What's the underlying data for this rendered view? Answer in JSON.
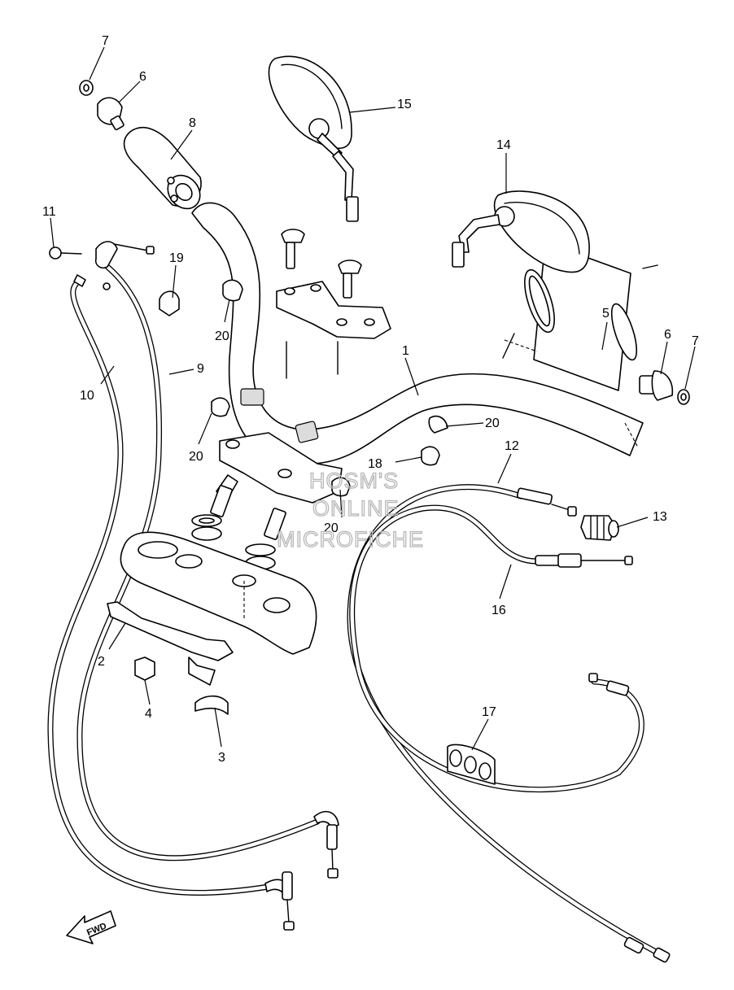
{
  "callouts": [
    {
      "id": "1",
      "label": "1"
    },
    {
      "id": "2",
      "label": "2"
    },
    {
      "id": "3",
      "label": "3"
    },
    {
      "id": "4",
      "label": "4"
    },
    {
      "id": "5",
      "label": "5"
    },
    {
      "id": "6a",
      "label": "6"
    },
    {
      "id": "6b",
      "label": "6"
    },
    {
      "id": "7a",
      "label": "7"
    },
    {
      "id": "7b",
      "label": "7"
    },
    {
      "id": "8",
      "label": "8"
    },
    {
      "id": "9",
      "label": "9"
    },
    {
      "id": "10",
      "label": "10"
    },
    {
      "id": "11",
      "label": "11"
    },
    {
      "id": "12",
      "label": "12"
    },
    {
      "id": "13",
      "label": "13"
    },
    {
      "id": "14",
      "label": "14"
    },
    {
      "id": "15",
      "label": "15"
    },
    {
      "id": "16",
      "label": "16"
    },
    {
      "id": "17",
      "label": "17"
    },
    {
      "id": "18",
      "label": "18"
    },
    {
      "id": "19",
      "label": "19"
    },
    {
      "id": "20a",
      "label": "20"
    },
    {
      "id": "20b",
      "label": "20"
    },
    {
      "id": "20c",
      "label": "20"
    },
    {
      "id": "20d",
      "label": "20"
    }
  ],
  "watermark": {
    "line1": "HOSM'S",
    "line2": "ONLINE",
    "line3": "MICROFICHE"
  },
  "direction_arrow": {
    "label": "FWD",
    "icon": "fwd-arrow-icon"
  }
}
